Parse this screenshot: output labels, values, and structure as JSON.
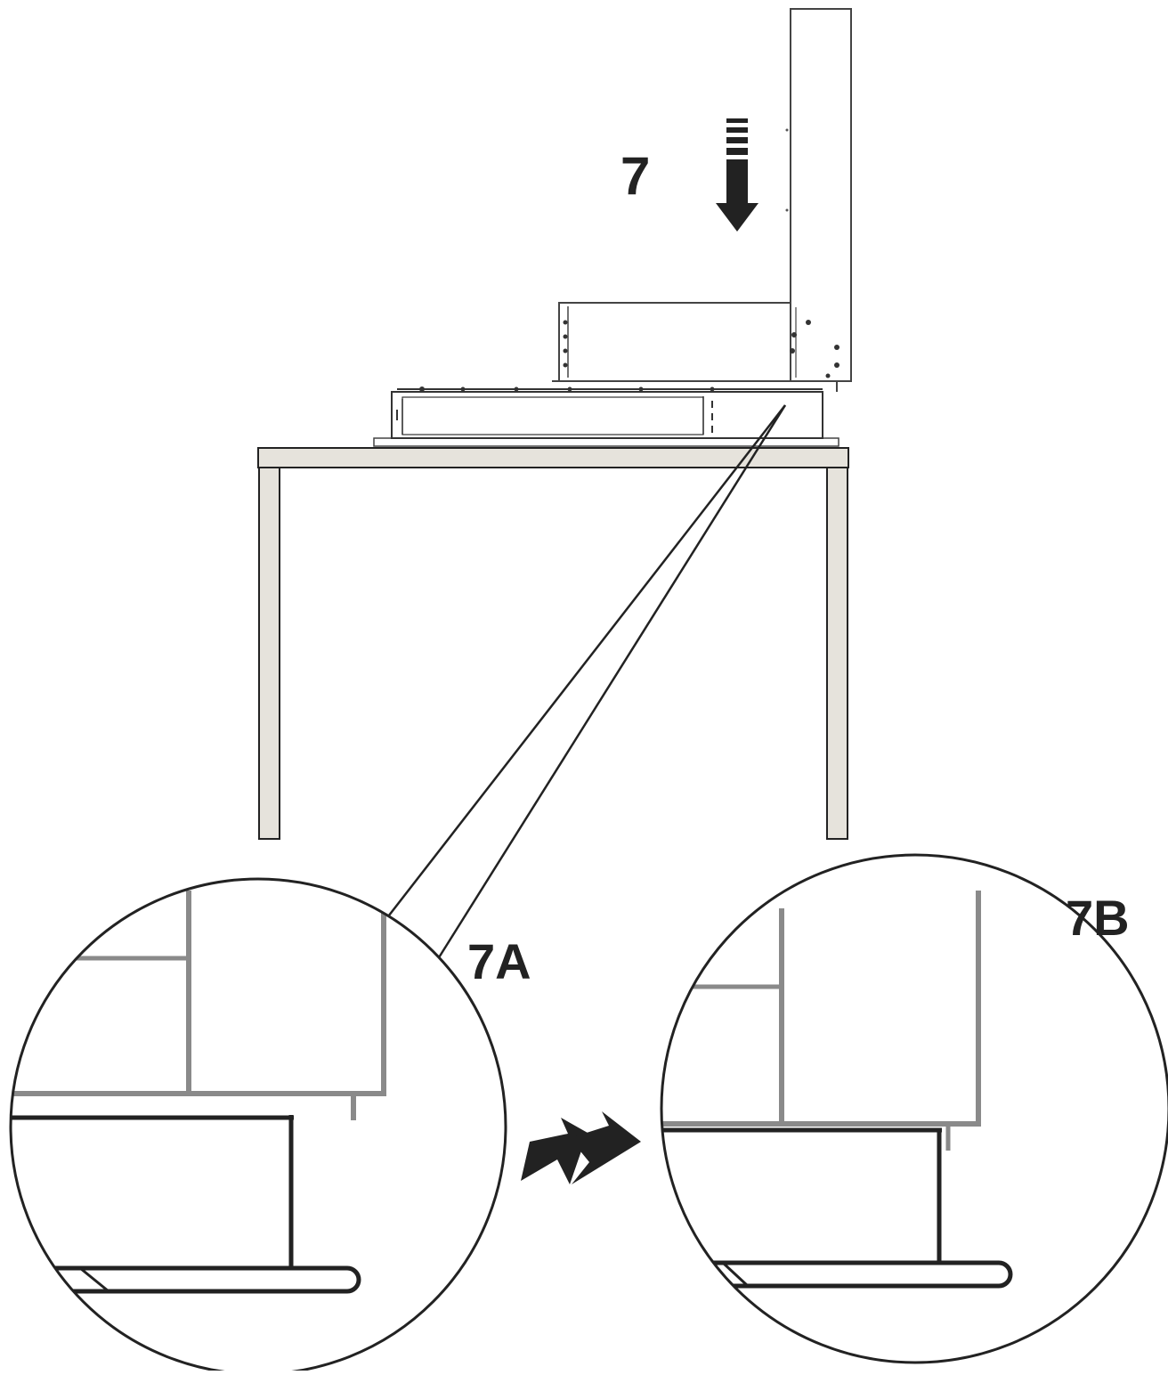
{
  "labels": {
    "step": "7",
    "detail_a": "7A",
    "detail_b": "7B"
  },
  "colors": {
    "line": "#222222",
    "grey_line": "#8a8a8a",
    "table_fill": "#e6e3dc",
    "background": "#ffffff"
  },
  "icons": {
    "down_arrow": "arrow-down-icon",
    "transition_arrow": "double-arrow-right-icon"
  }
}
